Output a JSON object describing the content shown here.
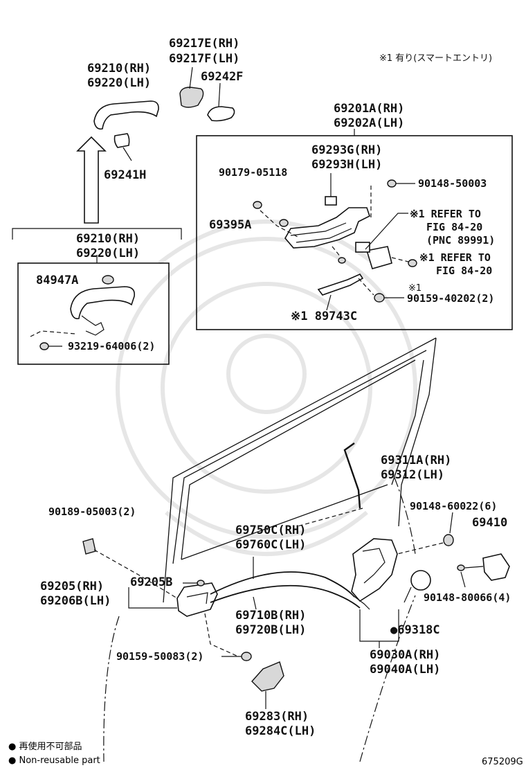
{
  "note_top_right": "※1 有り(スマートエントリ)",
  "labels": {
    "p69217": [
      "69217E(RH)",
      "69217F(LH)"
    ],
    "p69210_top": [
      "69210(RH)",
      "69220(LH)"
    ],
    "p69242F": "69242F",
    "p69241H": "69241H",
    "p69201A": [
      "69201A(RH)",
      "69202A(LH)"
    ],
    "p69293G": [
      "69293G(RH)",
      "69293H(LH)"
    ],
    "p90179": "90179-05118",
    "p90148_50003": "90148-50003",
    "p69395A": "69395A",
    "refer1": [
      "※1 REFER TO",
      "FIG 84-20",
      "(PNC 89991)"
    ],
    "refer2": [
      "※1 REFER TO",
      "FIG 84-20"
    ],
    "p90159_40202_mark": "※1",
    "p90159_40202": "90159-40202(2)",
    "p89743C": "※1 89743C",
    "smart_entry_label": "有り(スマートエントリ)",
    "p69210_box": [
      "69210(RH)",
      "69220(LH)"
    ],
    "p84947A": "84947A",
    "p93219": "93219-64006(2)",
    "p69311A": [
      "69311A(RH)",
      "69312(LH)"
    ],
    "p90189": "90189-05003(2)",
    "p90148_60022": "90148-60022(6)",
    "p69410": "69410",
    "p69750C": [
      "69750C(RH)",
      "69760C(LH)"
    ],
    "p69205": [
      "69205(RH)",
      "69206B(LH)"
    ],
    "p69205B": "69205B",
    "p90148_80066": "90148-80066(4)",
    "p69710B": [
      "69710B(RH)",
      "69720B(LH)"
    ],
    "p69318C": "●69318C",
    "p69030A": [
      "69030A(RH)",
      "69040A(LH)"
    ],
    "p90159_50083": "90159-50083(2)",
    "p69283": [
      "69283(RH)",
      "69284C(LH)"
    ]
  },
  "legend": [
    "● 再使用不可部品",
    "● Non-reusable part"
  ],
  "figure_id": "675209G"
}
